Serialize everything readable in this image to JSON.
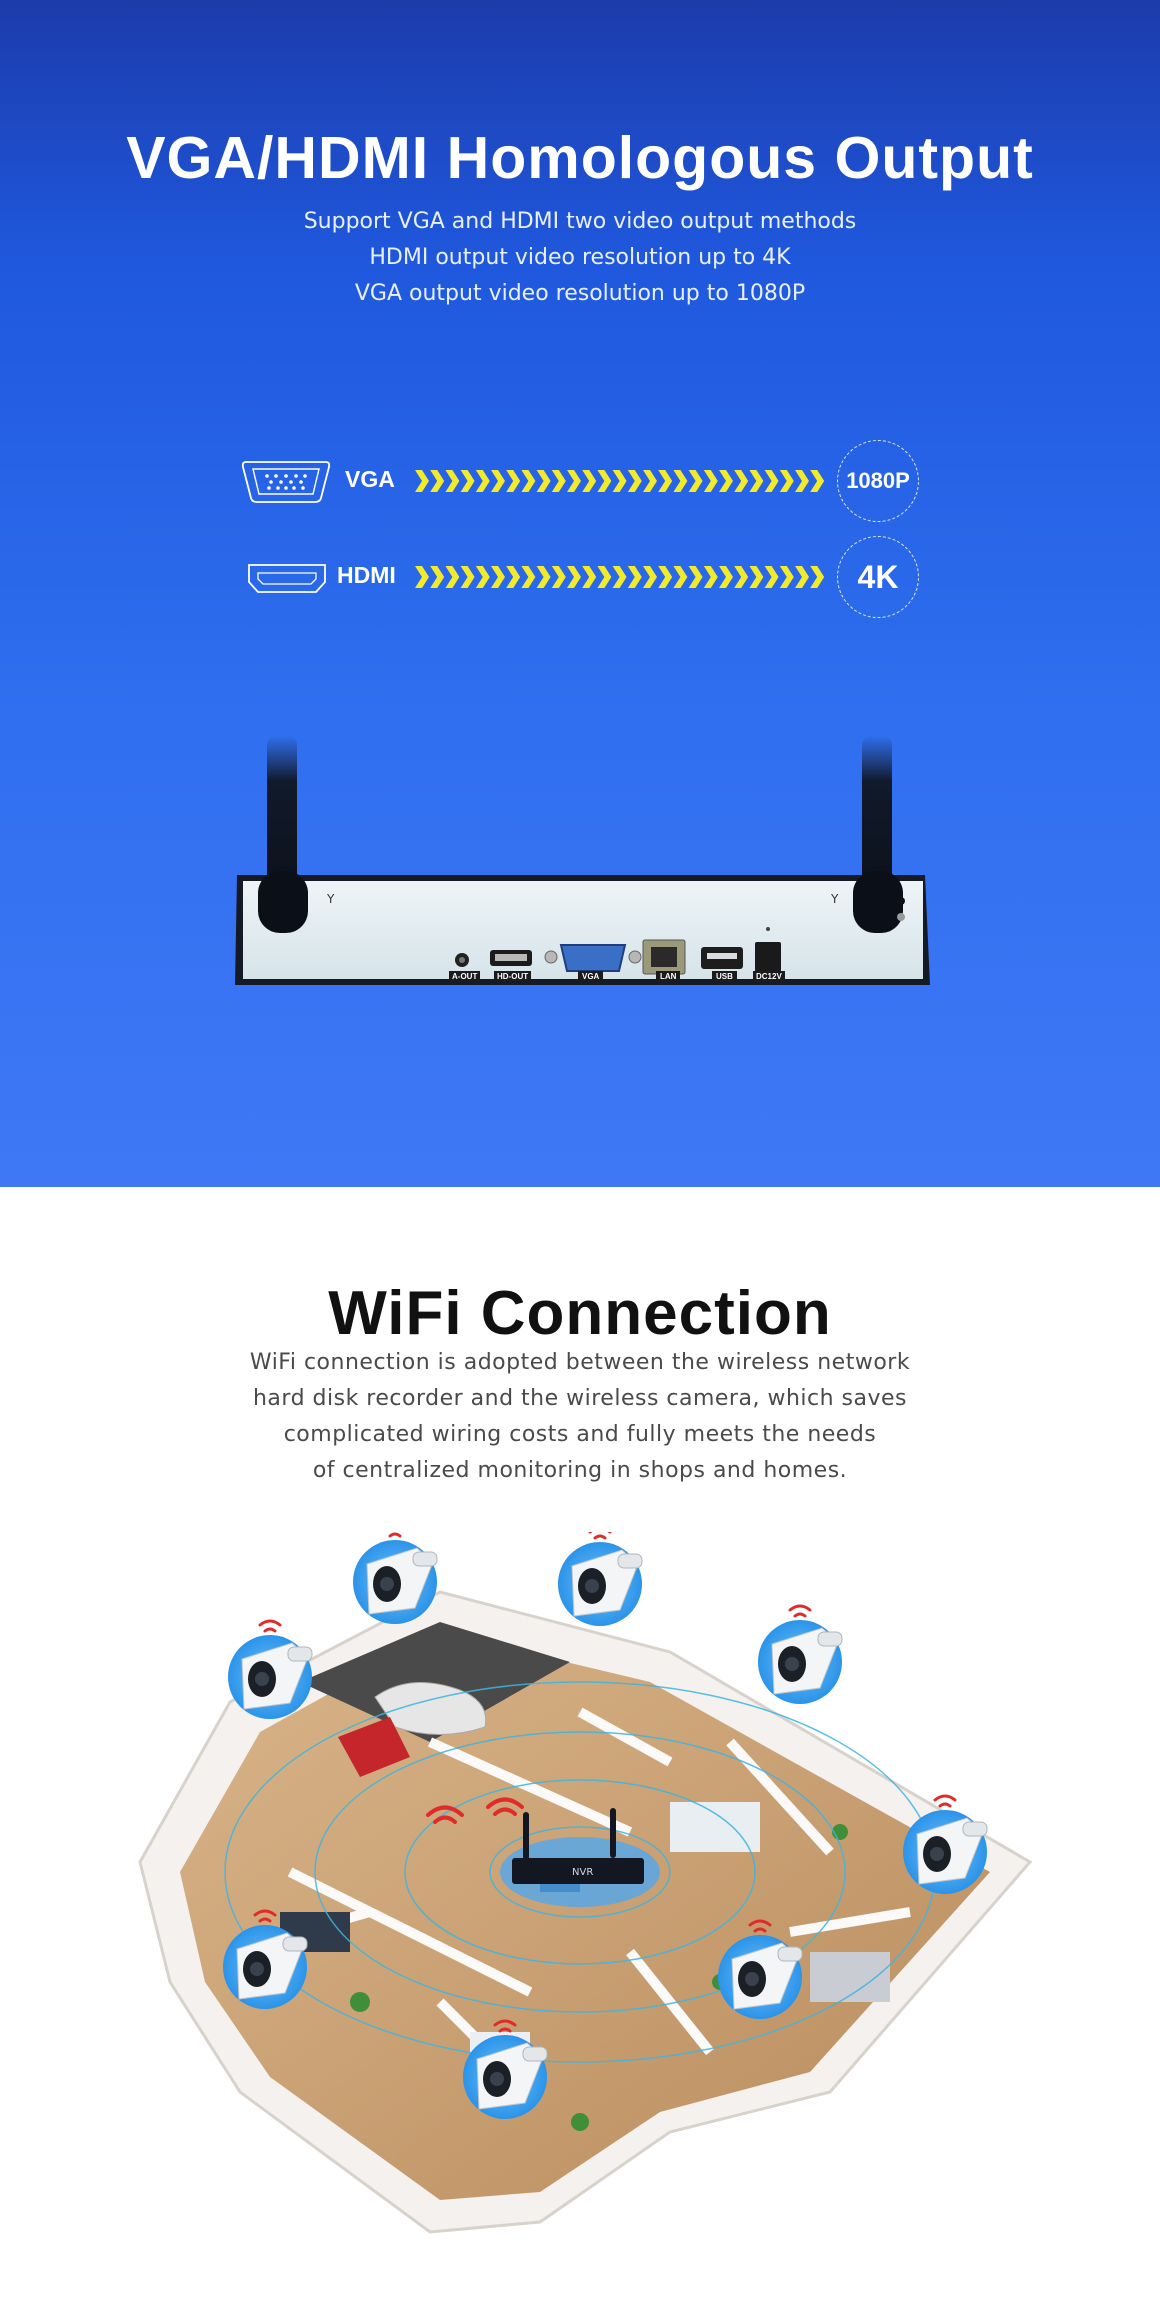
{
  "output_section": {
    "title": "VGA/HDMI Homologous Output",
    "subtitle_lines": [
      "Support VGA and HDMI two video output methods",
      "HDMI output video resolution up to 4K",
      "VGA output video resolution up to 1080P"
    ],
    "rows": [
      {
        "port": "VGA",
        "resolution": "1080P",
        "icon": "vga-port-icon"
      },
      {
        "port": "HDMI",
        "resolution": "4K",
        "icon": "hdmi-port-icon"
      }
    ],
    "device_port_labels": [
      "A-OUT",
      "HD-OUT",
      "VGA",
      "LAN",
      "USB",
      "DC12V"
    ],
    "colors": {
      "accent": "#f2ea2c",
      "background_top": "#1c3bab",
      "background_bottom": "#3f78f5"
    }
  },
  "wifi_section": {
    "title": "WiFi Connection",
    "subtitle_lines": [
      "WiFi connection is adopted between the wireless network",
      "hard disk recorder and the wireless camera, which saves",
      "complicated wiring costs and fully meets the needs",
      "of centralized monitoring in shops and homes."
    ],
    "nvr_label": "NVR",
    "colors": {
      "ring": "#3fb4e0",
      "camera_halo": "#48aef0",
      "signal": "#e02b2b"
    }
  }
}
